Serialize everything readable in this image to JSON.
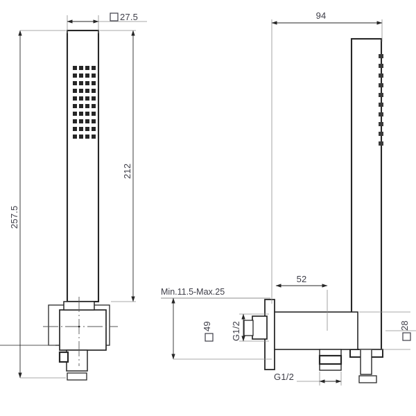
{
  "drawing": {
    "title": "Wall-mounted square hand shower set - dimensioned technical drawing",
    "units": "mm",
    "line_color": "#262626",
    "thin_line_color": "#8c8c8c",
    "text_color": "#3c3c46",
    "background": "#ffffff"
  },
  "views": {
    "left": {
      "name": "front-elevation",
      "parts": [
        {
          "id": "handle-body",
          "label": "shower handle body"
        },
        {
          "id": "spray-face",
          "label": "nozzle grid spray face",
          "columns": 4,
          "rows": 10
        },
        {
          "id": "wall-bracket",
          "label": "wall bracket holder"
        },
        {
          "id": "outlet",
          "label": "water outlet elbow"
        }
      ]
    },
    "right": {
      "name": "side-elevation",
      "parts": [
        {
          "id": "handle-body-side",
          "label": "shower handle side profile"
        },
        {
          "id": "nozzle-notches",
          "label": "nozzle row notches",
          "count": 10
        },
        {
          "id": "wall-flange",
          "label": "square wall flange"
        },
        {
          "id": "arm-body",
          "label": "horizontal outlet arm"
        },
        {
          "id": "thread-connector",
          "label": "G1/2 threaded connector"
        },
        {
          "id": "holder-post",
          "label": "handle holder post"
        }
      ]
    }
  },
  "dimensions": {
    "top_width_left": {
      "value": "27.5",
      "prefix_symbol": "square",
      "label": "□ 27.5"
    },
    "overall_height": {
      "value": "257.5",
      "label": "257.5",
      "orientation": "vertical"
    },
    "handle_height": {
      "value": "212",
      "label": "212",
      "orientation": "vertical"
    },
    "top_width_right": {
      "value": "94",
      "label": "94",
      "orientation": "horizontal"
    },
    "projection": {
      "value": "52",
      "label": "52",
      "orientation": "horizontal"
    },
    "wall_thickness_range": {
      "label": "Min.11.5-Max.25",
      "min": "11.5",
      "max": "25"
    },
    "flange_size": {
      "value": "49",
      "prefix_symbol": "square",
      "label": "□ 49",
      "orientation": "vertical"
    },
    "arm_size": {
      "value": "28",
      "prefix_symbol": "square",
      "label": "□ 28",
      "orientation": "vertical"
    },
    "inlet_thread": {
      "value": "G1/2",
      "label": "G1/2",
      "orientation": "vertical"
    },
    "outlet_thread": {
      "value": "G1/2",
      "label": "G1/2",
      "orientation": "horizontal"
    }
  }
}
